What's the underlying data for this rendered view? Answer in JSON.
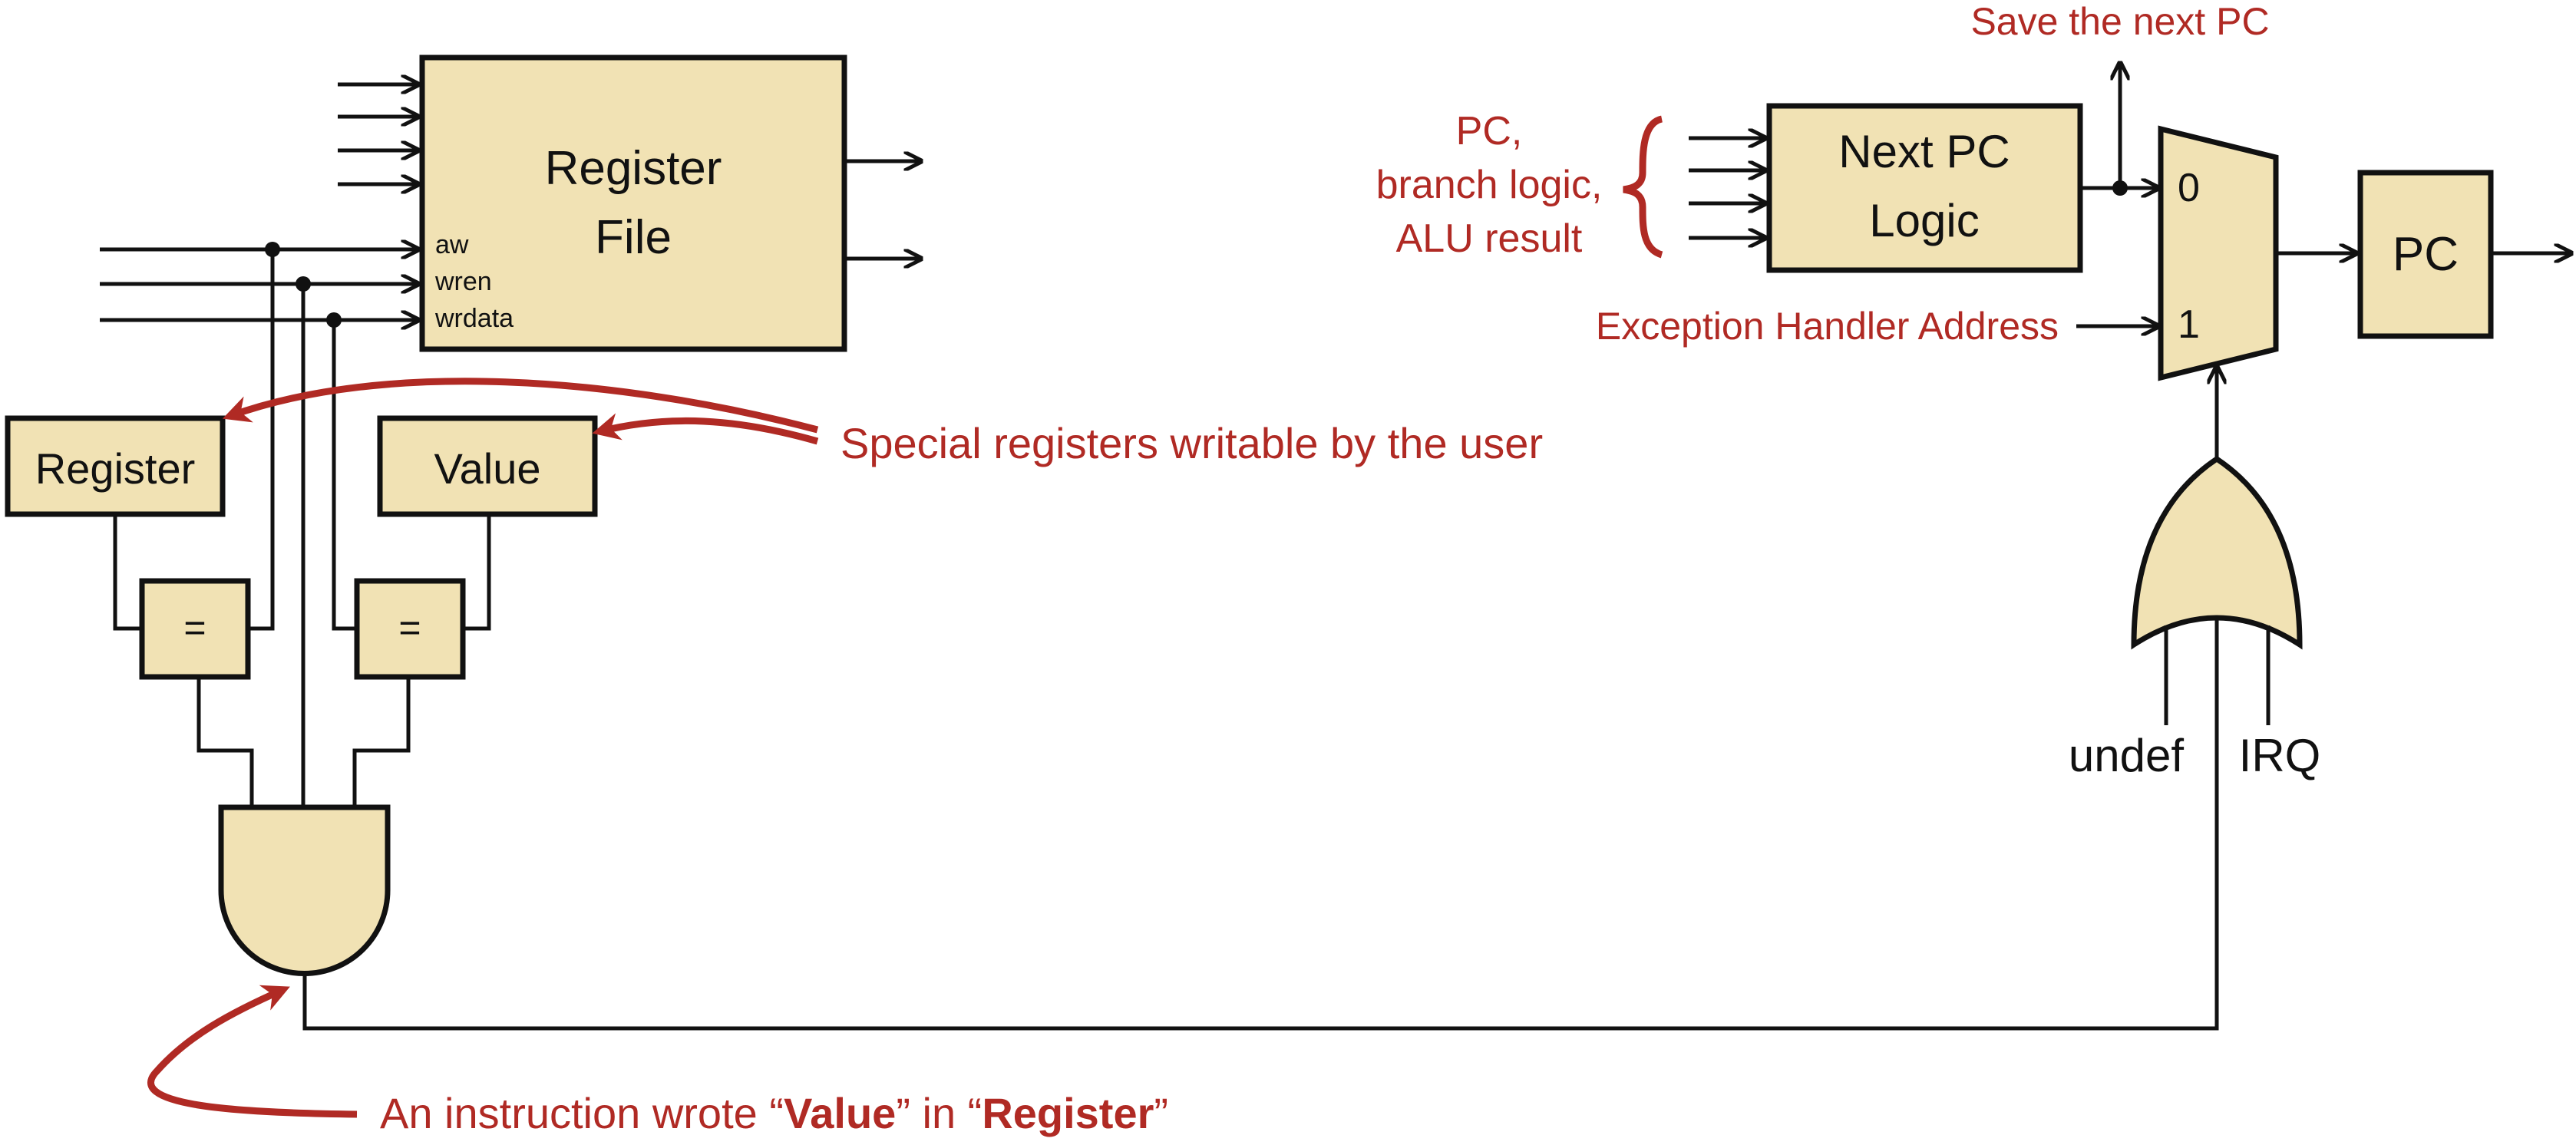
{
  "register_file": {
    "title_line1": "Register",
    "title_line2": "File",
    "port_aw": "aw",
    "port_wren": "wren",
    "port_wrdata": "wrdata"
  },
  "special_boxes": {
    "register_label": "Register",
    "value_label": "Value",
    "comparator_left": "=",
    "comparator_right": "="
  },
  "annotations": {
    "special_registers": "Special registers writable by the user",
    "instruction_prefix": "An instruction wrote “",
    "instruction_value": "Value",
    "instruction_middle": "” in “",
    "instruction_register": "Register",
    "instruction_suffix": "”"
  },
  "pc_path": {
    "inputs_line1": "PC,",
    "inputs_line2": "branch logic,",
    "inputs_line3": "ALU result",
    "next_pc_line1": "Next PC",
    "next_pc_line2": "Logic",
    "save_next_pc": "Save the next PC",
    "exception_handler": "Exception Handler Address",
    "mux_in0": "0",
    "mux_in1": "1",
    "pc_label": "PC"
  },
  "or_gate_inputs": {
    "undef": "undef",
    "irq": "IRQ"
  },
  "colors": {
    "box_fill": "#F1E2B4",
    "line": "#111111",
    "annotation": "#B02A24"
  }
}
